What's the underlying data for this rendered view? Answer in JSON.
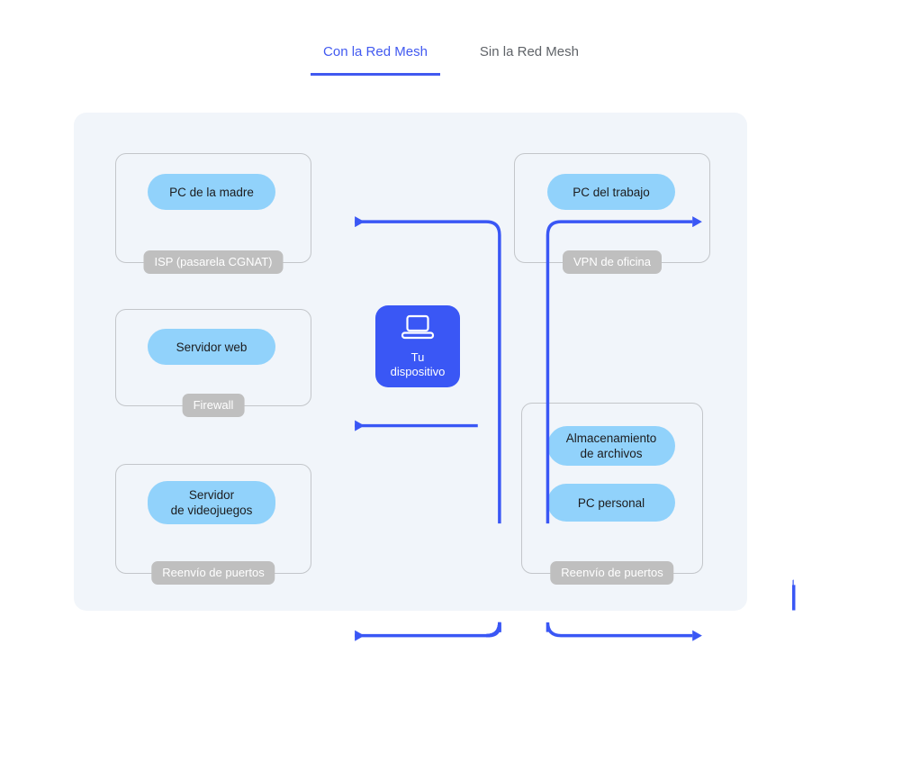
{
  "tabs": [
    {
      "label": "Con la Red Mesh",
      "active": true
    },
    {
      "label": "Sin la Red Mesh",
      "active": false
    }
  ],
  "colors": {
    "accent": "#4159f0",
    "edge": "#3a57f5",
    "node_fill": "#91d2fb",
    "panel_bg": "#f1f5fa",
    "badge_bg": "#bfbfbf",
    "group_border": "#c3c6ca",
    "device_fill": "#3a57f5",
    "tab_inactive": "#5f6368"
  },
  "diagram": {
    "center": {
      "icon": "laptop-icon",
      "label_line1": "Tu",
      "label_line2": "dispositivo"
    },
    "groups": [
      {
        "id": "isp",
        "badge": "ISP (pasarela CGNAT)",
        "nodes": [
          {
            "id": "pc-madre",
            "label_line1": "PC de la madre",
            "label_line2": ""
          }
        ]
      },
      {
        "id": "firewall",
        "badge": "Firewall",
        "nodes": [
          {
            "id": "servidor-web",
            "label_line1": "Servidor web",
            "label_line2": ""
          }
        ]
      },
      {
        "id": "port-forward-left",
        "badge": "Reenvío de puertos",
        "nodes": [
          {
            "id": "servidor-videojuegos",
            "label_line1": "Servidor",
            "label_line2": "de videojuegos"
          }
        ]
      },
      {
        "id": "vpn",
        "badge": "VPN de oficina",
        "nodes": [
          {
            "id": "pc-trabajo",
            "label_line1": "PC del trabajo",
            "label_line2": ""
          }
        ]
      },
      {
        "id": "port-forward-right",
        "badge": "Reenvío de puertos",
        "nodes": [
          {
            "id": "almacenamiento",
            "label_line1": "Almacenamiento",
            "label_line2": "de archivos"
          },
          {
            "id": "pc-personal",
            "label_line1": "PC personal",
            "label_line2": ""
          }
        ]
      }
    ]
  }
}
